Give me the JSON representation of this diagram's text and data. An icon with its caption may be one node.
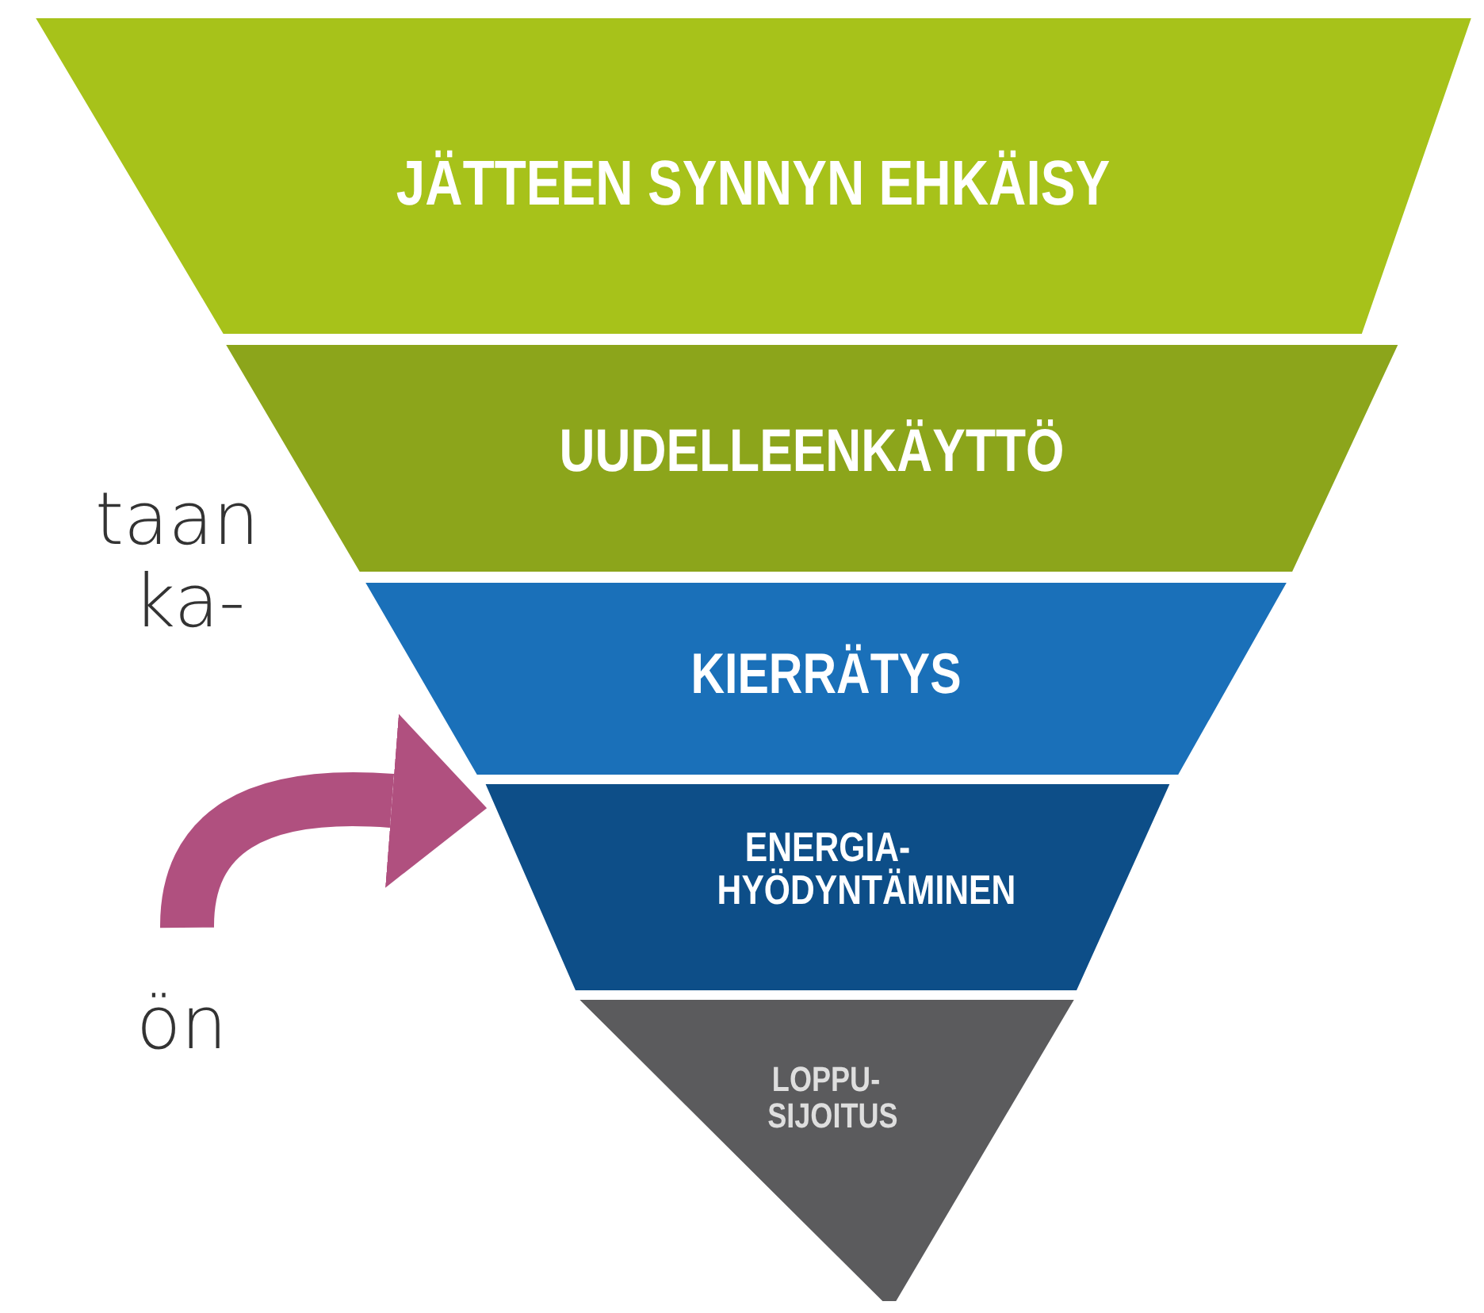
{
  "diagram": {
    "nodes": [
      {
        "text": [
          "JÄTTEEN SYNNYN EHKÄISY"
        ]
      },
      {
        "text": [
          "UUDELLEENKÄYTTÖ"
        ]
      },
      {
        "text": [
          "KIERRÄTYS"
        ]
      },
      {
        "text": [
          "ENERGIA- HYÖDYNTÄMINEN"
        ]
      },
      {
        "text": [
          "LOPPU- SIJOITUS"
        ]
      }
    ],
    "edges": [
      {
        "from": null,
        "to": 3,
        "arrow": "to",
        "color": "#b0507f"
      }
    ],
    "labels": [
      "taan",
      "ka-",
      "ön"
    ]
  }
}
